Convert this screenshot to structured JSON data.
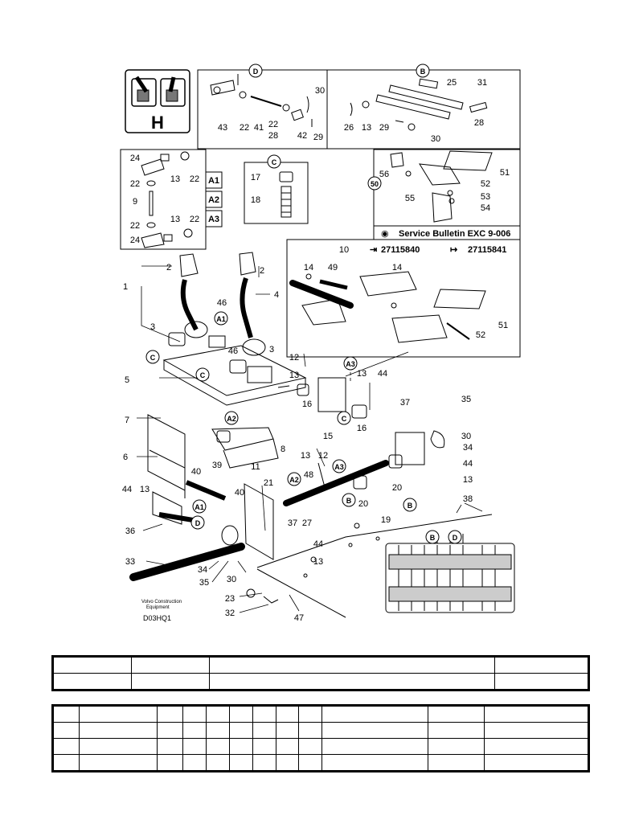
{
  "diagram": {
    "section_letter": "H",
    "callouts": {
      "D": "D",
      "B": "B",
      "C": "C",
      "A1": "A1",
      "A2": "A2",
      "A3": "A3",
      "fifty": "50"
    },
    "side_labels": [
      "A1",
      "A2",
      "A3"
    ],
    "service_bulletin": "Service Bulletin EXC 9-006",
    "serial_from": "27115840",
    "serial_to": "27115841",
    "footer_brand_line1": "Volvo Construction",
    "footer_brand_line2": "Equipment",
    "drawing_code": "D03HQ1",
    "part_numbers": {
      "p43": "43",
      "p22a": "22",
      "p41": "41",
      "p22b": "22",
      "p28a": "28",
      "p42": "42",
      "p29": "29",
      "p30a": "30",
      "p25": "25",
      "p31": "31",
      "p26": "26",
      "p13a": "13",
      "p29b": "29",
      "p28b": "28",
      "p30b": "30",
      "p24a": "24",
      "p13b": "13",
      "p22c": "22",
      "p22d": "22",
      "p9": "9",
      "p22e": "22",
      "p13c": "13",
      "p22f": "22",
      "p24b": "24",
      "p17": "17",
      "p18": "18",
      "p56": "56",
      "p51a": "51",
      "p52a": "52",
      "p55": "55",
      "p53": "53",
      "p54": "54",
      "p10": "10",
      "p14a": "14",
      "p49": "49",
      "p14b": "14",
      "p51b": "51",
      "p52b": "52",
      "p2a": "2",
      "p1": "1",
      "p2b": "2",
      "p4": "4",
      "p46a": "46",
      "p3a": "3",
      "p46b": "46",
      "p3b": "3",
      "p12a": "12",
      "p13d": "13",
      "p13e": "13",
      "p44a": "44",
      "p5": "5",
      "p16a": "16",
      "p16b": "16",
      "p7": "7",
      "p37a": "37",
      "p35a": "35",
      "p30c": "30",
      "p34a": "34",
      "p15": "15",
      "p8": "8",
      "p6": "6",
      "p11": "11",
      "p13f": "13",
      "p12b": "12",
      "p44b": "44",
      "p13g": "13",
      "p40a": "40",
      "p39": "39",
      "p48": "48",
      "p40b": "40",
      "p21": "21",
      "p20a": "20",
      "p20b": "20",
      "p44c": "44",
      "p13h": "13",
      "p27": "27",
      "p19": "19",
      "p38": "38",
      "p36": "36",
      "p37b": "37",
      "p44d": "44",
      "p13i": "13",
      "p33": "33",
      "p34b": "34",
      "p35b": "35",
      "p30d": "30",
      "p23": "23",
      "p32": "32",
      "p47": "47"
    }
  },
  "info_table": {
    "rows": [
      [
        "",
        "",
        "",
        ""
      ],
      [
        "",
        "",
        "",
        ""
      ]
    ]
  },
  "parts_table": {
    "rows": [
      [
        "",
        "",
        "",
        "",
        "",
        "",
        "",
        "",
        "",
        "",
        "",
        ""
      ],
      [
        "",
        "",
        "",
        "",
        "",
        "",
        "",
        "",
        "",
        "",
        "",
        ""
      ],
      [
        "",
        "",
        "",
        "",
        "",
        "",
        "",
        "",
        "",
        "",
        "",
        ""
      ],
      [
        "",
        "",
        "",
        "",
        "",
        "",
        "",
        "",
        "",
        "",
        "",
        ""
      ]
    ]
  }
}
